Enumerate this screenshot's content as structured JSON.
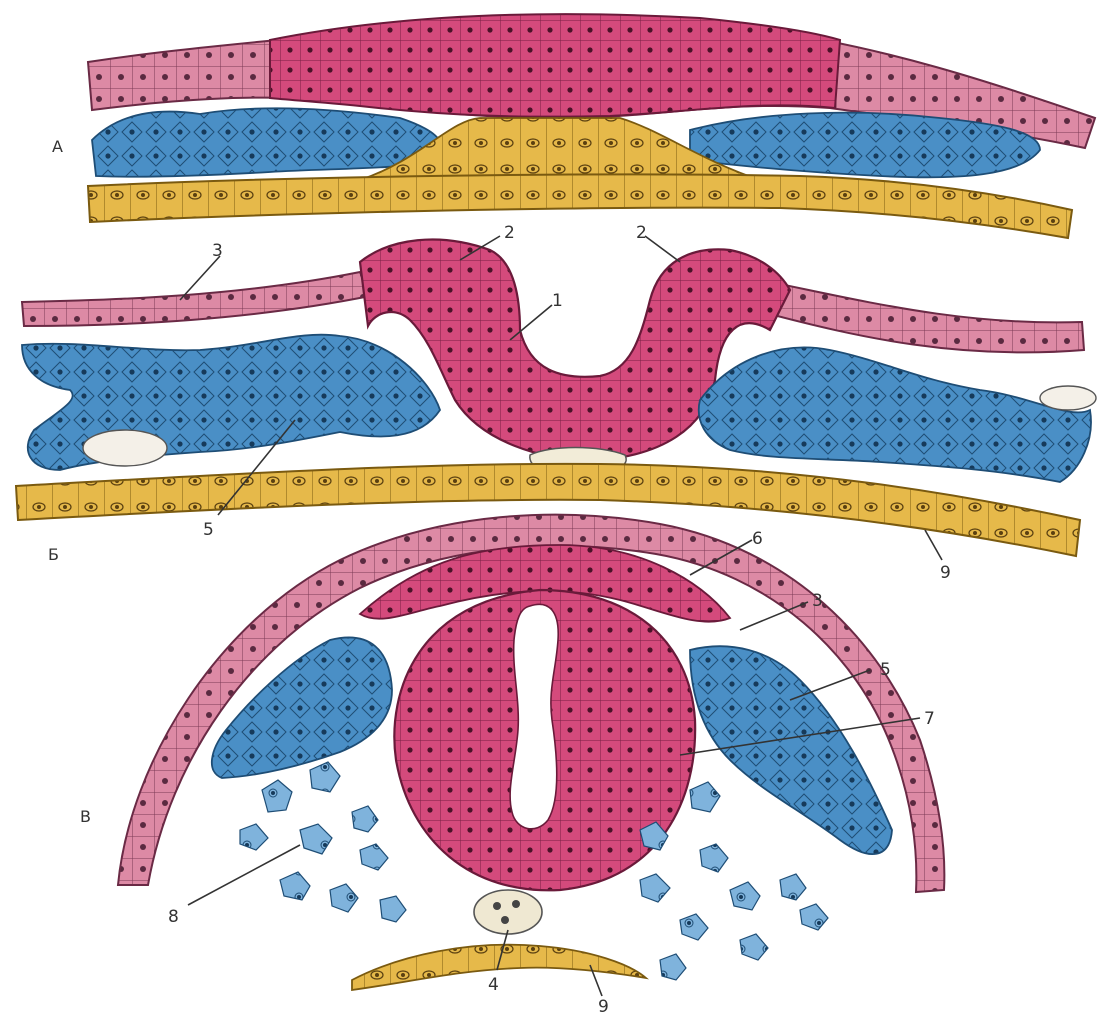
{
  "panels": {
    "a": "А",
    "b": "Б",
    "c": "В"
  },
  "labels": {
    "n1": "1",
    "n2": "2",
    "n3": "3",
    "n4": "4",
    "n5": "5",
    "n6": "6",
    "n7": "7",
    "n8": "8",
    "n9": "9"
  },
  "colors": {
    "ectoderm": "#d9829e",
    "neural": "#d6497a",
    "mesenchyme": "#3f86bf",
    "endoderm": "#e3b84a",
    "outline": "#4a3040"
  }
}
